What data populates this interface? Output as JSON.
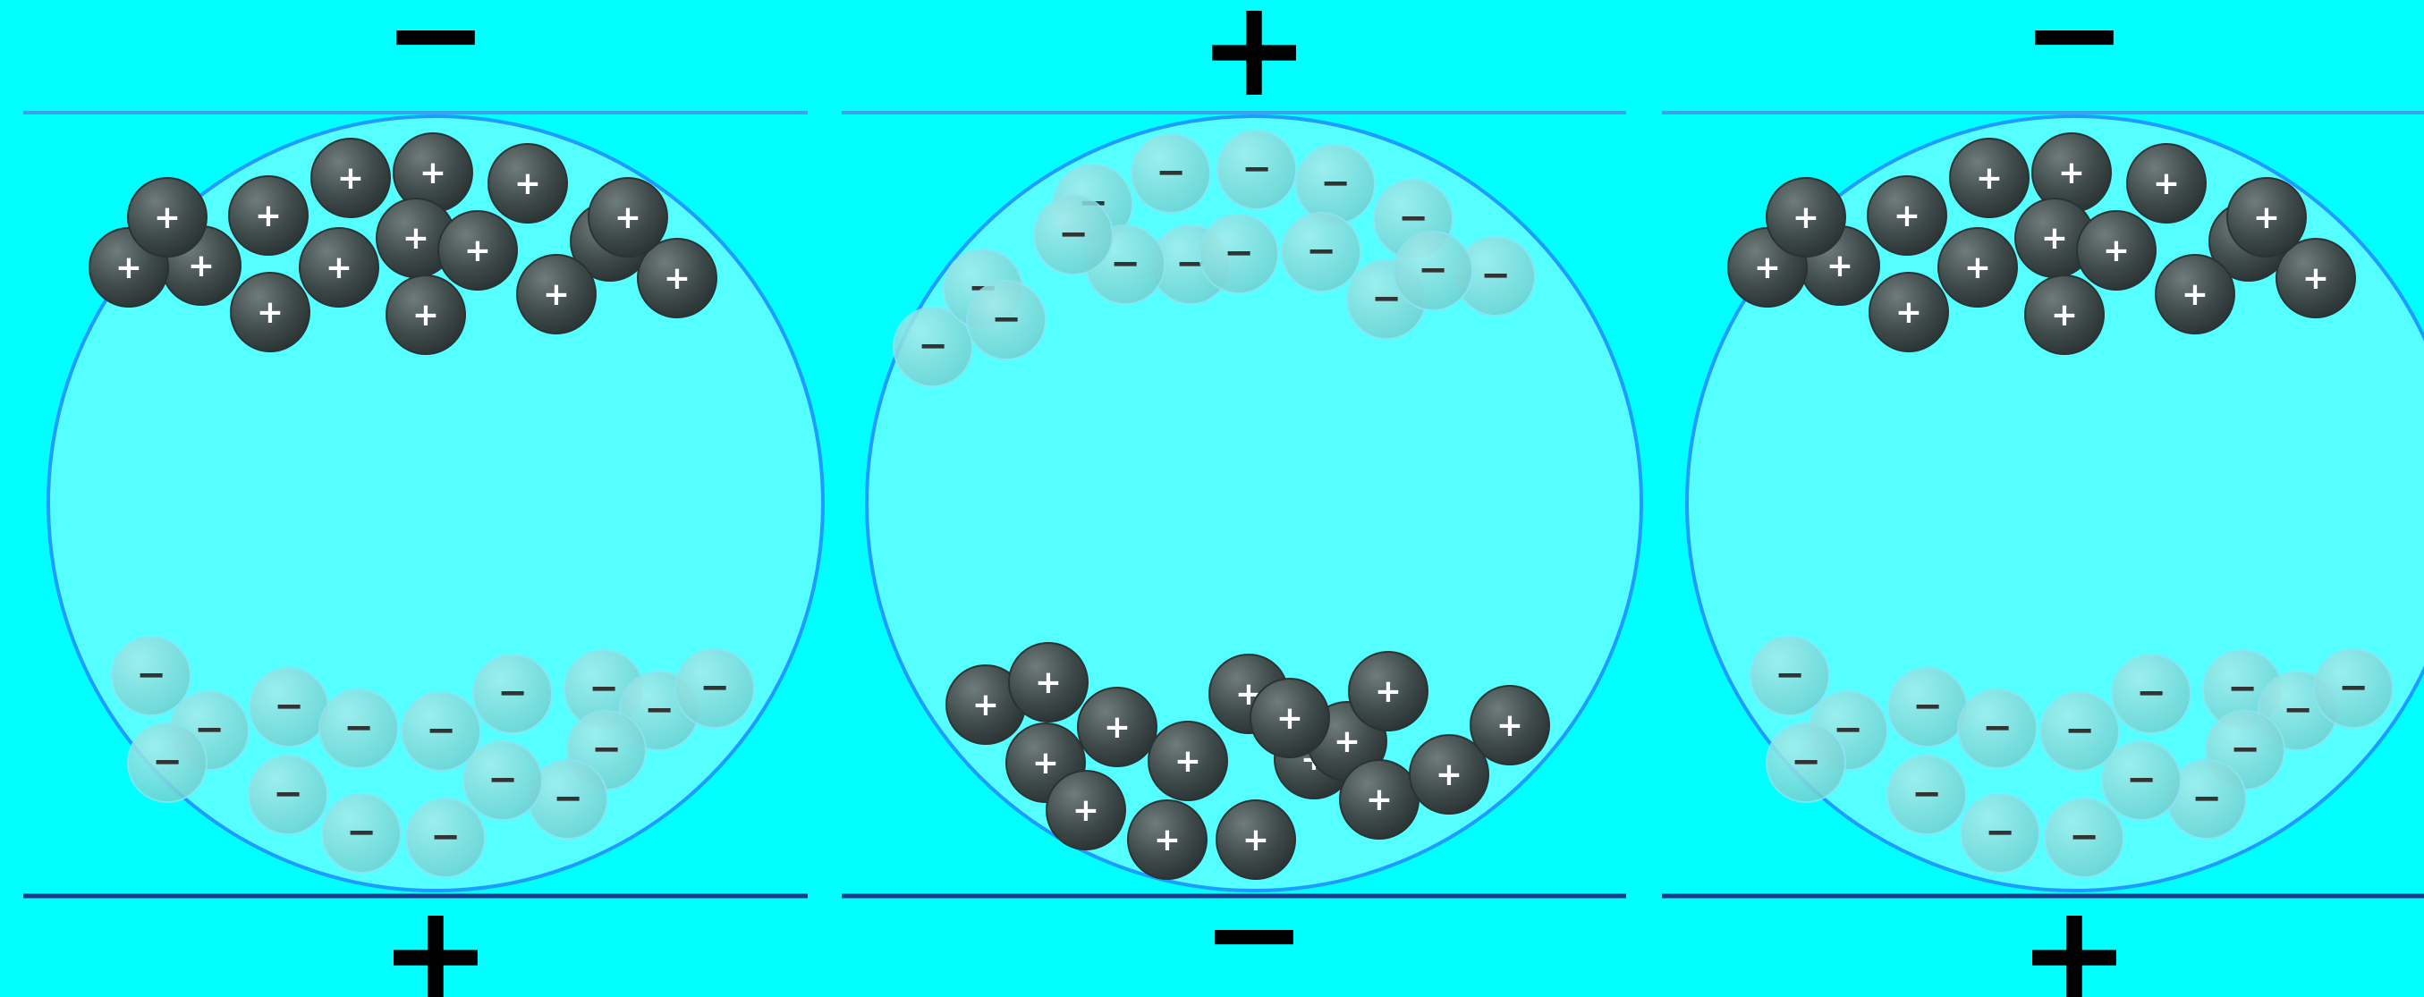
{
  "colors": {
    "background": "#00ffff",
    "sphere_fill": "#55ffff",
    "sphere_stroke": "#1e9bff",
    "top_plate": "#3aa4e8",
    "bottom_plate": "#1c3b8a",
    "positive_particle": "#3f4a4a",
    "positive_sign": "#ffffff",
    "negative_particle": "#7ad9d9",
    "negative_sign": "#333333",
    "plate_sign": "#000000"
  },
  "panels": [
    {
      "top_sign": "−",
      "bottom_sign": "+",
      "positive_particle_label": "+",
      "negative_particle_label": "−",
      "positive_count": 16,
      "negative_count": 16,
      "positive_region": "top",
      "negative_region": "bottom"
    },
    {
      "top_sign": "+",
      "bottom_sign": "−",
      "positive_particle_label": "+",
      "negative_particle_label": "−",
      "positive_count": 16,
      "negative_count": 16,
      "positive_region": "bottom",
      "negative_region": "top"
    },
    {
      "top_sign": "−",
      "bottom_sign": "+",
      "positive_particle_label": "+",
      "negative_particle_label": "−",
      "positive_count": 16,
      "negative_count": 16,
      "positive_region": "top",
      "negative_region": "bottom"
    }
  ]
}
